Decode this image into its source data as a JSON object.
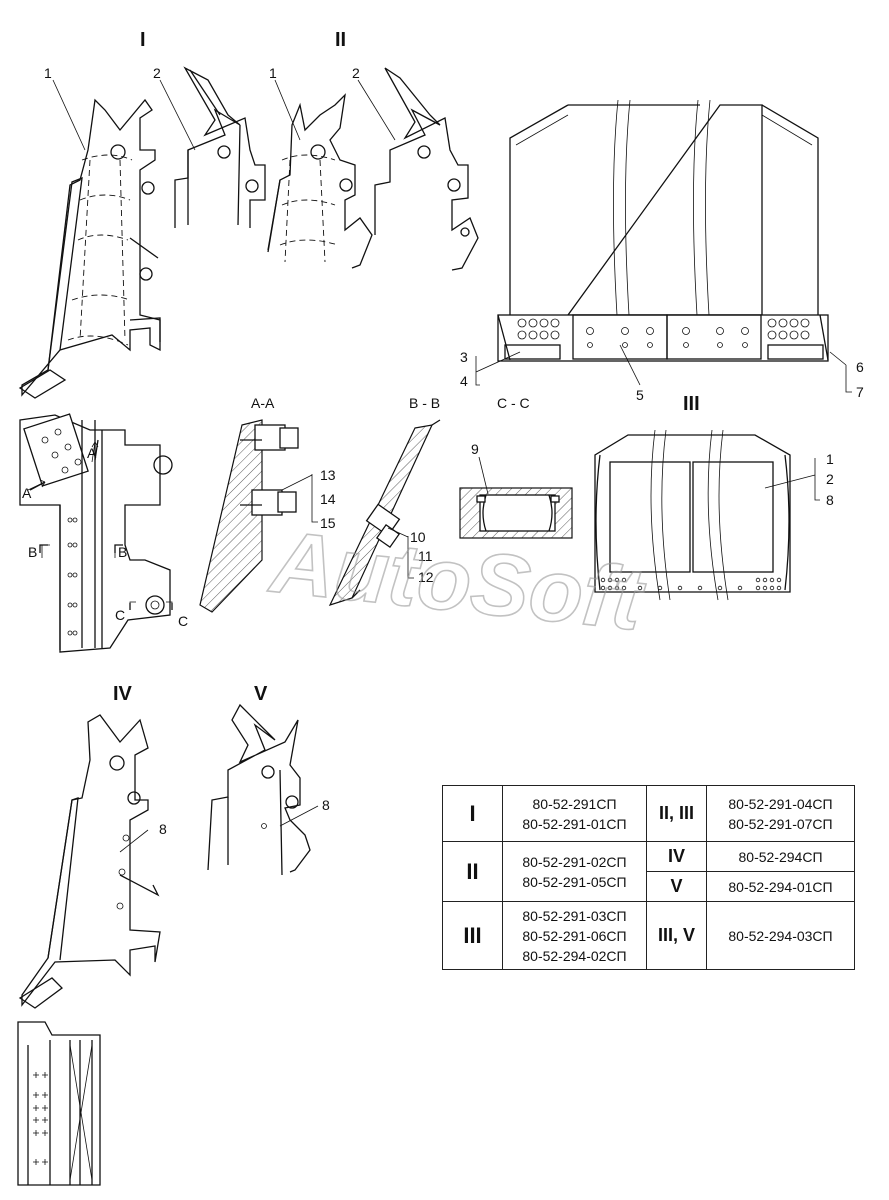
{
  "views": {
    "I": "I",
    "II": "II",
    "III": "III",
    "IV": "IV",
    "V": "V"
  },
  "sections": {
    "aa": "A-A",
    "bb": "B - B",
    "cc": "C - C"
  },
  "section_marks": {
    "a1": "A",
    "a2": "A",
    "b1": "B",
    "b2": "B",
    "c1": "C",
    "c2": "C"
  },
  "positions": {
    "p1a": "1",
    "p2a": "2",
    "p1b": "1",
    "p2b": "2",
    "p3": "3",
    "p4": "4",
    "p5": "5",
    "p6": "6",
    "p7": "7",
    "p1c": "1",
    "p2c": "2",
    "p8a": "8",
    "p9": "9",
    "p10": "10",
    "p11": "11",
    "p12": "12",
    "p13": "13",
    "p14": "14",
    "p15": "15",
    "p8b": "8",
    "p8c": "8"
  },
  "watermark": "AutoSoft",
  "table": {
    "r1": {
      "v1": "I",
      "c1": [
        "80-52-291СП",
        "80-52-291-01СП"
      ],
      "v2": "II, III",
      "c2": [
        "80-52-291-04СП",
        "80-52-291-07СП"
      ]
    },
    "r2": {
      "v1": "II",
      "c1": [
        "80-52-291-02СП",
        "80-52-291-05СП"
      ],
      "v2": "IV",
      "c2": [
        "80-52-294СП"
      ]
    },
    "r3": {
      "v2": "V",
      "c2": [
        "80-52-294-01СП"
      ]
    },
    "r4": {
      "v1": "III",
      "c1": [
        "80-52-291-03СП",
        "80-52-291-06СП",
        "80-52-294-02СП"
      ],
      "v2": "III, V",
      "c2": [
        "80-52-294-03СП"
      ]
    }
  }
}
